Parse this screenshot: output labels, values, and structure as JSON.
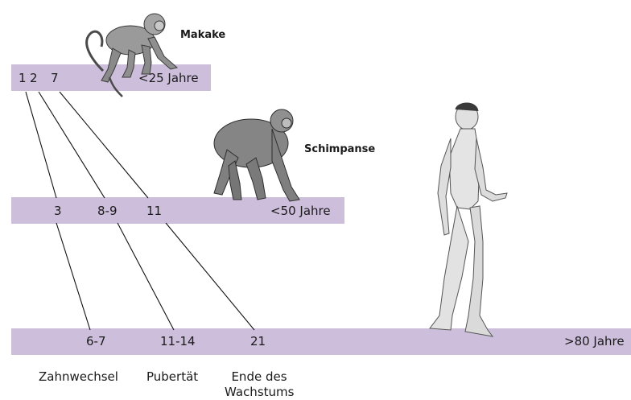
{
  "colors": {
    "bar": "#cdbfdc",
    "text": "#1a1a1a",
    "line": "#111111"
  },
  "animals": {
    "macaque": {
      "label": "Makake",
      "icon": "macaque-illustration"
    },
    "chimpanzee": {
      "label": "Schimpanse",
      "icon": "chimpanzee-illustration"
    },
    "human": {
      "icon": "human-illustration"
    }
  },
  "rows": {
    "macaque": {
      "milestones": [
        "1",
        "2",
        "7"
      ],
      "lifespan": "<25 Jahre"
    },
    "chimpanzee": {
      "milestones": [
        "3",
        "8-9",
        "11"
      ],
      "lifespan": "<50 Jahre"
    },
    "human": {
      "milestones": [
        "6-7",
        "11-14",
        "21"
      ],
      "lifespan": ">80 Jahre"
    }
  },
  "milestone_labels": [
    "Zahnwechsel",
    "Pubertät",
    "Ende des Wachstums"
  ]
}
